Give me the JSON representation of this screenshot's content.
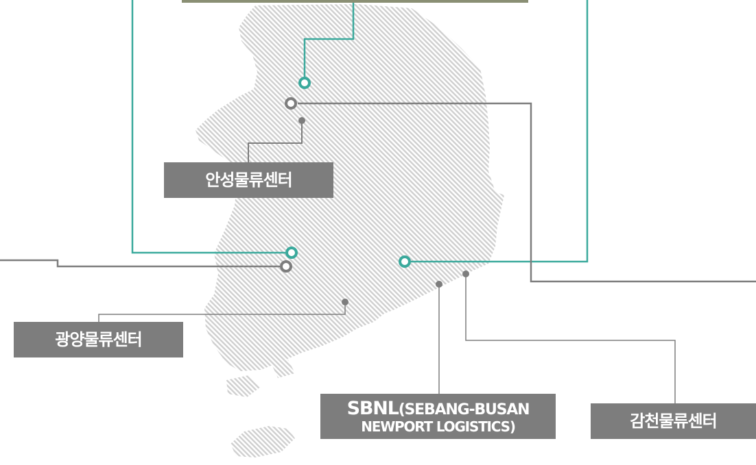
{
  "map": {
    "colors": {
      "land_stripe": "#cfcfcf",
      "teal_line": "#3aa99c",
      "gray_line": "#7d7d7d",
      "label_bg": "#7d7d7d",
      "label_text": "#ffffff"
    }
  },
  "centers": {
    "anseong": {
      "label": "안성물류센터"
    },
    "gwangyang": {
      "label": "광양물류센터"
    },
    "gamcheon": {
      "label": "감천물류센터"
    },
    "sbnl": {
      "line1_prefix": "SBNL",
      "line1_rest": "(SEBANG-BUSAN",
      "line2": "NEWPORT LOGISTICS)"
    }
  }
}
